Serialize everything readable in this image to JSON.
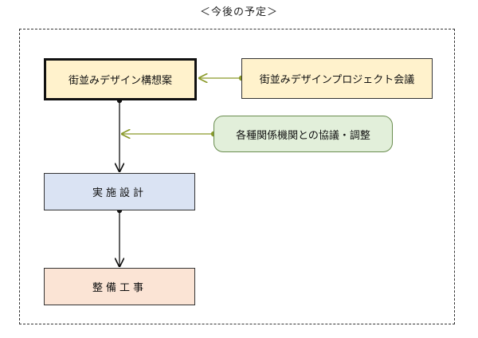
{
  "title": "＜今後の予定＞",
  "nodes": {
    "concept": "街並みデザイン構想案",
    "project_meeting": "街並みデザインプロジェクト会議",
    "consultation": "各種関係機関との協議・調整",
    "detailed_design": "実施設計",
    "construction": "整備工事"
  },
  "colors": {
    "concept_fill": "#fff2cc",
    "project_fill": "#fff2cc",
    "consult_fill": "#e2efda",
    "design_fill": "#dae3f3",
    "works_fill": "#fbe4d5",
    "feed_line": "#8a9a2a",
    "main_line": "#111111"
  },
  "edges": [
    {
      "from": "project_meeting",
      "to": "concept"
    },
    {
      "from": "concept",
      "to": "detailed_design"
    },
    {
      "from": "consultation",
      "to": "concept-to-detailed_design-line"
    },
    {
      "from": "detailed_design",
      "to": "construction"
    }
  ]
}
